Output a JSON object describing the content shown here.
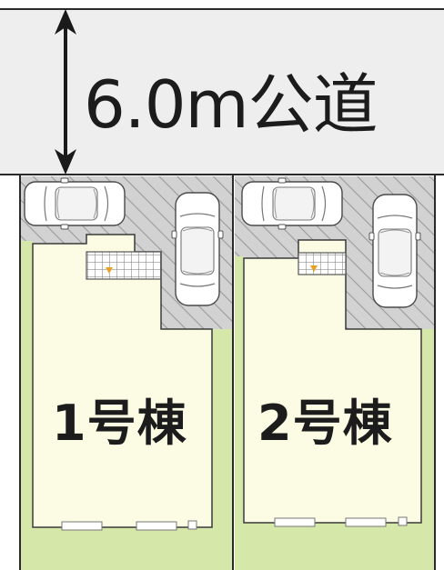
{
  "road": {
    "label": "6.0m公道"
  },
  "lots": [
    {
      "building_label": "1号棟",
      "parking_spaces": 2
    },
    {
      "building_label": "2号棟",
      "parking_spaces": 2
    }
  ],
  "colors": {
    "road_fill": "#eeeeee",
    "parking_fill": "#d4d4d4",
    "lot_green": "#d6e8a9",
    "building_fill": "#fcfbe4",
    "entrance_mark": "#e8a020",
    "outline": "#2a2a2a"
  }
}
